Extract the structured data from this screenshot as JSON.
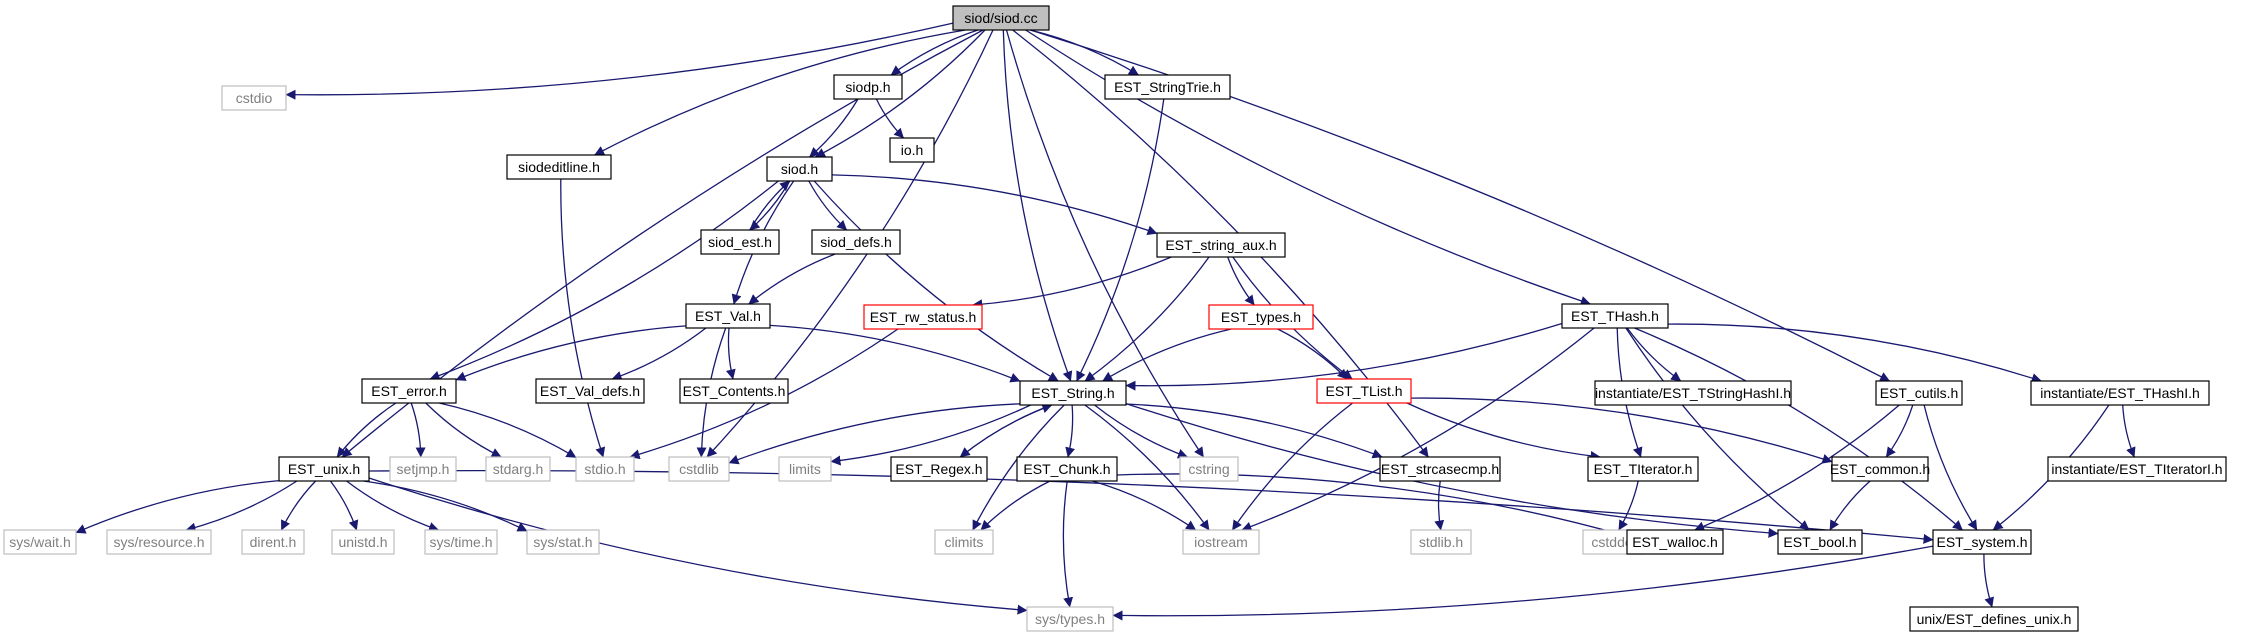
{
  "colors": {
    "edge": "#191970",
    "node_default_border": "#000000",
    "node_external_border": "#bfbfbf",
    "node_truncated_border": "#ff0000",
    "root_fill": "#bfbfbf",
    "text_default": "#000000",
    "text_external": "#808080"
  },
  "nodes": [
    {
      "id": "siod_cc",
      "label": "siod/siod.cc",
      "kind": "root"
    },
    {
      "id": "cstdio",
      "label": "cstdio",
      "kind": "external"
    },
    {
      "id": "siodp_h",
      "label": "siodp.h",
      "kind": "header"
    },
    {
      "id": "trie_h",
      "label": "EST_StringTrie.h",
      "kind": "header"
    },
    {
      "id": "io_h",
      "label": "io.h",
      "kind": "header"
    },
    {
      "id": "siodeditline_h",
      "label": "siodeditline.h",
      "kind": "header"
    },
    {
      "id": "siod_h",
      "label": "siod.h",
      "kind": "header"
    },
    {
      "id": "siod_est_h",
      "label": "siod_est.h",
      "kind": "header"
    },
    {
      "id": "siod_defs_h",
      "label": "siod_defs.h",
      "kind": "header"
    },
    {
      "id": "string_aux_h",
      "label": "EST_string_aux.h",
      "kind": "header"
    },
    {
      "id": "rw_status_h",
      "label": "EST_rw_status.h",
      "kind": "truncated"
    },
    {
      "id": "types_h",
      "label": "EST_types.h",
      "kind": "truncated"
    },
    {
      "id": "val_h",
      "label": "EST_Val.h",
      "kind": "header"
    },
    {
      "id": "thash_h",
      "label": "EST_THash.h",
      "kind": "header"
    },
    {
      "id": "error_h",
      "label": "EST_error.h",
      "kind": "header"
    },
    {
      "id": "val_defs_h",
      "label": "EST_Val_defs.h",
      "kind": "header"
    },
    {
      "id": "contents_h",
      "label": "EST_Contents.h",
      "kind": "header"
    },
    {
      "id": "string_h",
      "label": "EST_String.h",
      "kind": "header"
    },
    {
      "id": "tlist_h",
      "label": "EST_TList.h",
      "kind": "truncated"
    },
    {
      "id": "tstringhashi_h",
      "label": "instantiate/EST_TStringHashI.h",
      "kind": "header"
    },
    {
      "id": "cutils_h",
      "label": "EST_cutils.h",
      "kind": "header"
    },
    {
      "id": "thashi_h",
      "label": "instantiate/EST_THashI.h",
      "kind": "header"
    },
    {
      "id": "unix_h",
      "label": "EST_unix.h",
      "kind": "header"
    },
    {
      "id": "setjmp_h",
      "label": "setjmp.h",
      "kind": "external"
    },
    {
      "id": "stdarg_h",
      "label": "stdarg.h",
      "kind": "external"
    },
    {
      "id": "stdio_h",
      "label": "stdio.h",
      "kind": "external"
    },
    {
      "id": "cstdlib",
      "label": "cstdlib",
      "kind": "external"
    },
    {
      "id": "limits",
      "label": "limits",
      "kind": "external"
    },
    {
      "id": "regex_h",
      "label": "EST_Regex.h",
      "kind": "header"
    },
    {
      "id": "chunk_h",
      "label": "EST_Chunk.h",
      "kind": "header"
    },
    {
      "id": "cstring",
      "label": "cstring",
      "kind": "external"
    },
    {
      "id": "strcasecmp_h",
      "label": "EST_strcasecmp.h",
      "kind": "header"
    },
    {
      "id": "titerator_h",
      "label": "EST_TIterator.h",
      "kind": "header"
    },
    {
      "id": "common_h",
      "label": "EST_common.h",
      "kind": "header"
    },
    {
      "id": "titeratori_h",
      "label": "instantiate/EST_TIteratorI.h",
      "kind": "header"
    },
    {
      "id": "wait_h",
      "label": "sys/wait.h",
      "kind": "external"
    },
    {
      "id": "resource_h",
      "label": "sys/resource.h",
      "kind": "external"
    },
    {
      "id": "dirent_h",
      "label": "dirent.h",
      "kind": "external"
    },
    {
      "id": "unistd_h",
      "label": "unistd.h",
      "kind": "external"
    },
    {
      "id": "systime_h",
      "label": "sys/time.h",
      "kind": "external"
    },
    {
      "id": "sysstat_h",
      "label": "sys/stat.h",
      "kind": "external"
    },
    {
      "id": "climits",
      "label": "climits",
      "kind": "external"
    },
    {
      "id": "iostream",
      "label": "iostream",
      "kind": "external"
    },
    {
      "id": "stdlib_h",
      "label": "stdlib.h",
      "kind": "external"
    },
    {
      "id": "cstddef",
      "label": "cstddef",
      "kind": "external"
    },
    {
      "id": "walloc_h",
      "label": "EST_walloc.h",
      "kind": "header"
    },
    {
      "id": "bool_h",
      "label": "EST_bool.h",
      "kind": "header"
    },
    {
      "id": "system_h",
      "label": "EST_system.h",
      "kind": "header"
    },
    {
      "id": "systypes_h",
      "label": "sys/types.h",
      "kind": "external"
    },
    {
      "id": "defines_unix_h",
      "label": "unix/EST_defines_unix.h",
      "kind": "header"
    }
  ],
  "edges": [
    [
      "siod_cc",
      "cstdio"
    ],
    [
      "siod_cc",
      "siodp_h"
    ],
    [
      "siod_cc",
      "trie_h"
    ],
    [
      "siod_cc",
      "siodeditline_h"
    ],
    [
      "siod_cc",
      "siod_h"
    ],
    [
      "siod_cc",
      "string_h"
    ],
    [
      "siod_cc",
      "cstdlib"
    ],
    [
      "siod_cc",
      "cstring"
    ],
    [
      "siod_cc",
      "strcasecmp_h"
    ],
    [
      "siod_cc",
      "thash_h"
    ],
    [
      "siod_cc",
      "cutils_h"
    ],
    [
      "siod_cc",
      "unix_h"
    ],
    [
      "siodp_h",
      "siod_h"
    ],
    [
      "siodp_h",
      "io_h"
    ],
    [
      "trie_h",
      "string_h"
    ],
    [
      "siodeditline_h",
      "stdio_h"
    ],
    [
      "siod_h",
      "siod_est_h"
    ],
    [
      "siod_h",
      "siod_defs_h"
    ],
    [
      "siod_h",
      "string_aux_h"
    ],
    [
      "siod_h",
      "val_h"
    ],
    [
      "siod_h",
      "error_h"
    ],
    [
      "siod_h",
      "string_h"
    ],
    [
      "siod_est_h",
      "siod_h"
    ],
    [
      "siod_defs_h",
      "val_h"
    ],
    [
      "string_aux_h",
      "rw_status_h"
    ],
    [
      "string_aux_h",
      "types_h"
    ],
    [
      "string_aux_h",
      "string_h"
    ],
    [
      "string_aux_h",
      "tlist_h"
    ],
    [
      "rw_status_h",
      "stdio_h"
    ],
    [
      "types_h",
      "string_h"
    ],
    [
      "types_h",
      "tlist_h"
    ],
    [
      "val_h",
      "error_h"
    ],
    [
      "val_h",
      "val_defs_h"
    ],
    [
      "val_h",
      "contents_h"
    ],
    [
      "val_h",
      "string_h"
    ],
    [
      "val_h",
      "cstdlib"
    ],
    [
      "thash_h",
      "string_h"
    ],
    [
      "thash_h",
      "tstringhashi_h"
    ],
    [
      "thash_h",
      "thashi_h"
    ],
    [
      "thash_h",
      "titerator_h"
    ],
    [
      "thash_h",
      "iostream"
    ],
    [
      "thash_h",
      "bool_h"
    ],
    [
      "thash_h",
      "system_h"
    ],
    [
      "error_h",
      "unix_h"
    ],
    [
      "error_h",
      "setjmp_h"
    ],
    [
      "error_h",
      "stdarg_h"
    ],
    [
      "error_h",
      "stdio_h"
    ],
    [
      "string_h",
      "cstdlib"
    ],
    [
      "string_h",
      "limits"
    ],
    [
      "string_h",
      "regex_h"
    ],
    [
      "string_h",
      "chunk_h"
    ],
    [
      "string_h",
      "cstring"
    ],
    [
      "string_h",
      "strcasecmp_h"
    ],
    [
      "string_h",
      "climits"
    ],
    [
      "string_h",
      "iostream"
    ],
    [
      "string_h",
      "bool_h"
    ],
    [
      "regex_h",
      "string_h"
    ],
    [
      "chunk_h",
      "climits"
    ],
    [
      "chunk_h",
      "iostream"
    ],
    [
      "chunk_h",
      "systypes_h"
    ],
    [
      "chunk_h",
      "walloc_h"
    ],
    [
      "tlist_h",
      "titerator_h"
    ],
    [
      "tlist_h",
      "common_h"
    ],
    [
      "tlist_h",
      "iostream"
    ],
    [
      "cutils_h",
      "common_h"
    ],
    [
      "cutils_h",
      "system_h"
    ],
    [
      "cutils_h",
      "walloc_h"
    ],
    [
      "thashi_h",
      "titeratori_h"
    ],
    [
      "thashi_h",
      "system_h"
    ],
    [
      "unix_h",
      "wait_h"
    ],
    [
      "unix_h",
      "resource_h"
    ],
    [
      "unix_h",
      "dirent_h"
    ],
    [
      "unix_h",
      "unistd_h"
    ],
    [
      "unix_h",
      "systime_h"
    ],
    [
      "unix_h",
      "sysstat_h"
    ],
    [
      "unix_h",
      "systypes_h"
    ],
    [
      "unix_h",
      "system_h"
    ],
    [
      "strcasecmp_h",
      "stdlib_h"
    ],
    [
      "titerator_h",
      "cstddef"
    ],
    [
      "common_h",
      "bool_h"
    ],
    [
      "system_h",
      "systypes_h"
    ],
    [
      "system_h",
      "defines_unix_h"
    ]
  ]
}
